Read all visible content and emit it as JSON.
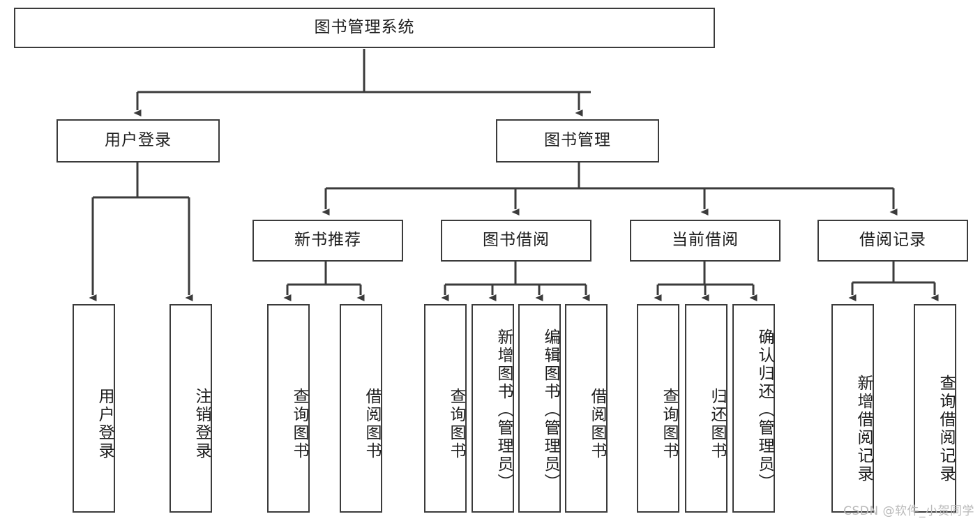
{
  "diagram": {
    "type": "tree-hierarchy-chart",
    "title": "图书管理系统",
    "stroke_color": "#3b3b3b",
    "background_color": "#ffffff",
    "text_color": "#1d1d1d",
    "watermark": "CSDN @软件_小贺同学",
    "watermark_color": "#b9b9b9"
  },
  "nodes": {
    "root": {
      "label": "图书管理系统",
      "level": 1
    },
    "level2": [
      {
        "id": "user-login",
        "label": "用户登录"
      },
      {
        "id": "book-manage",
        "label": "图书管理"
      }
    ],
    "level3": [
      {
        "id": "new-book-recommend",
        "label": "新书推荐",
        "parent": "book-manage"
      },
      {
        "id": "book-borrow",
        "label": "图书借阅",
        "parent": "book-manage"
      },
      {
        "id": "current-borrow",
        "label": "当前借阅",
        "parent": "book-manage"
      },
      {
        "id": "borrow-record",
        "label": "借阅记录",
        "parent": "book-manage"
      }
    ],
    "leaves": {
      "user-login": [
        {
          "id": "leaf-user-login",
          "label": "用户登录"
        },
        {
          "id": "leaf-user-logout",
          "label": "注销登录"
        }
      ],
      "new-book-recommend": [
        {
          "id": "leaf-query-book-1",
          "label": "查询图书"
        },
        {
          "id": "leaf-borrow-book-1",
          "label": "借阅图书"
        }
      ],
      "book-borrow": [
        {
          "id": "leaf-query-book-2",
          "label": "查询图书"
        },
        {
          "id": "leaf-add-book",
          "label": "新增图书（管理员）"
        },
        {
          "id": "leaf-edit-book",
          "label": "编辑图书（管理员）"
        },
        {
          "id": "leaf-borrow-book-2",
          "label": "借阅图书"
        }
      ],
      "current-borrow": [
        {
          "id": "leaf-query-book-3",
          "label": "查询图书"
        },
        {
          "id": "leaf-return-book",
          "label": "归还图书"
        },
        {
          "id": "leaf-confirm-return",
          "label": "确认归还（管理员）"
        }
      ],
      "borrow-record": [
        {
          "id": "leaf-add-record",
          "label": "新增借阅记录"
        },
        {
          "id": "leaf-query-record",
          "label": "查询借阅记录"
        }
      ]
    }
  }
}
